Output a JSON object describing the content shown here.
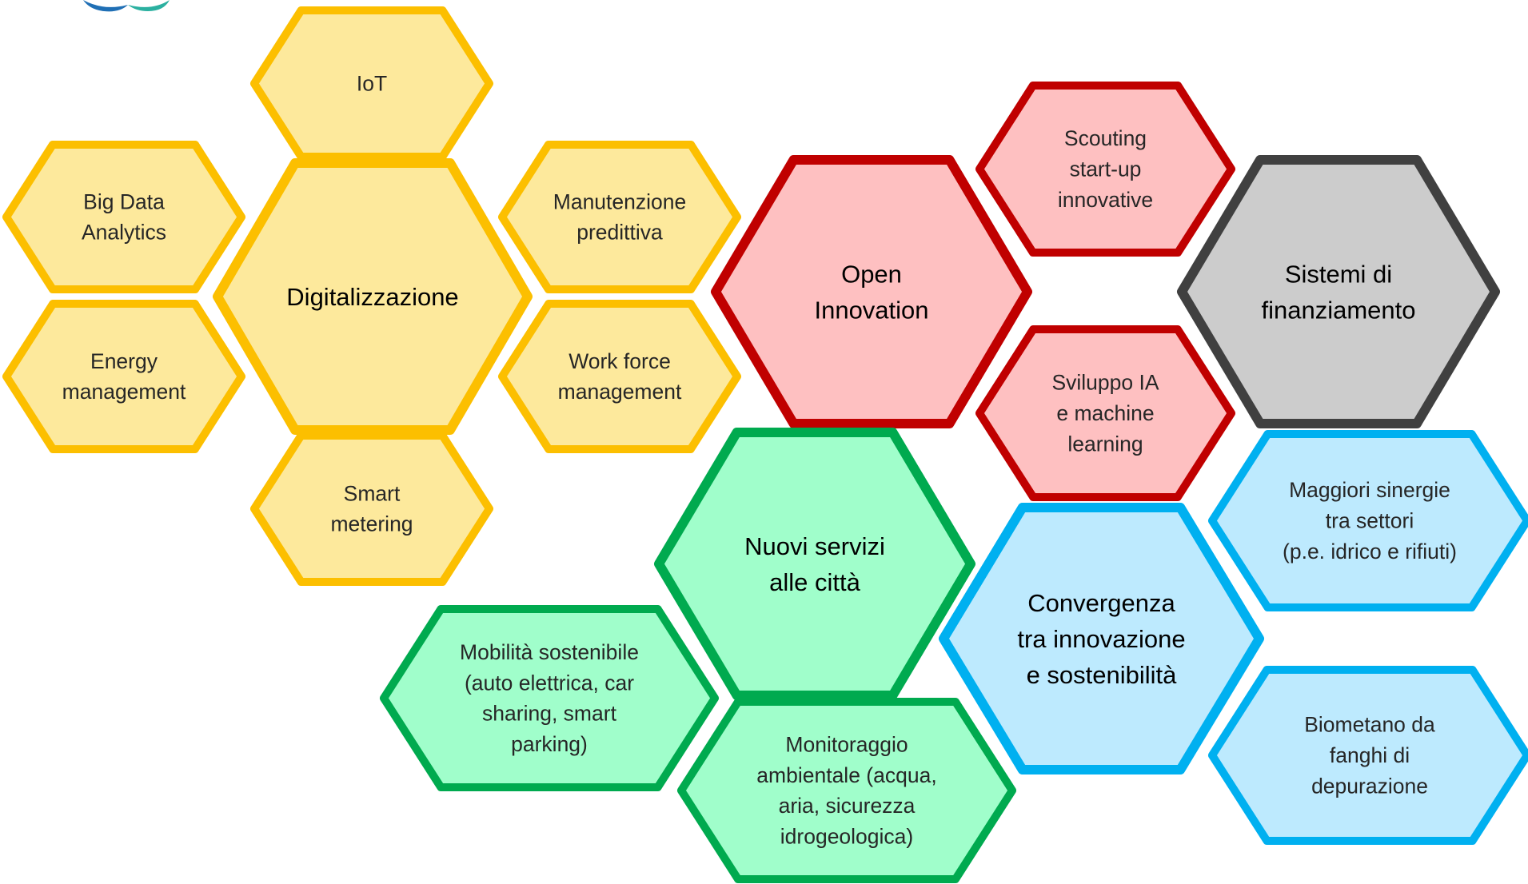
{
  "palette": {
    "yellow": {
      "fill": "#fde99c",
      "stroke": "#fcbf00"
    },
    "red": {
      "fill": "#fec0c1",
      "stroke": "#c00000"
    },
    "gray": {
      "fill": "#cccccc",
      "stroke": "#404040"
    },
    "green": {
      "fill": "#a0fecb",
      "stroke": "#00aa4f"
    },
    "blue": {
      "fill": "#bdeafe",
      "stroke": "#00b0f0"
    }
  },
  "logo": {
    "name": "company-logo-icon",
    "colors": [
      "#1f6fb5",
      "#2bb0a0"
    ]
  },
  "groups": [
    {
      "id": "digitalizzazione",
      "color": "yellow",
      "hexagons": [
        {
          "id": "digitalizzazione",
          "kind": "main",
          "lines": [
            "Digitalizzazione"
          ]
        },
        {
          "id": "iot",
          "kind": "sub",
          "lines": [
            "IoT"
          ]
        },
        {
          "id": "big-data-analytics",
          "kind": "sub",
          "lines": [
            "Big Data",
            "Analytics"
          ]
        },
        {
          "id": "energy-management",
          "kind": "sub",
          "lines": [
            "Energy",
            "management"
          ]
        },
        {
          "id": "manutenzione-predittiva",
          "kind": "sub",
          "lines": [
            "Manutenzione",
            "predittiva"
          ]
        },
        {
          "id": "work-force-management",
          "kind": "sub",
          "lines": [
            "Work force",
            "management"
          ]
        },
        {
          "id": "smart-metering",
          "kind": "sub",
          "lines": [
            "Smart",
            "metering"
          ]
        }
      ]
    },
    {
      "id": "open-innovation",
      "color": "red",
      "hexagons": [
        {
          "id": "open-innovation",
          "kind": "main",
          "lines": [
            "Open",
            "Innovation"
          ]
        },
        {
          "id": "scouting-start-up",
          "kind": "sub",
          "lines": [
            "Scouting",
            "start-up",
            "innovative"
          ]
        },
        {
          "id": "sviluppo-ia",
          "kind": "sub",
          "lines": [
            "Sviluppo IA",
            "e machine",
            "learning"
          ]
        }
      ]
    },
    {
      "id": "sistemi-di-finanziamento",
      "color": "gray",
      "hexagons": [
        {
          "id": "sistemi-di-finanziamento",
          "kind": "main",
          "lines": [
            "Sistemi di",
            "finanziamento"
          ]
        }
      ]
    },
    {
      "id": "nuovi-servizi",
      "color": "green",
      "hexagons": [
        {
          "id": "nuovi-servizi",
          "kind": "main",
          "lines": [
            "Nuovi servizi",
            "alle città"
          ]
        },
        {
          "id": "mobilita-sostenibile",
          "kind": "sub",
          "lines": [
            "Mobilità sostenibile",
            "(auto elettrica, car",
            "sharing, smart",
            "parking)"
          ]
        },
        {
          "id": "monitoraggio-ambientale",
          "kind": "sub",
          "lines": [
            "Monitoraggio",
            "ambientale (acqua,",
            "aria, sicurezza",
            "idrogeologica)"
          ]
        }
      ]
    },
    {
      "id": "convergenza",
      "color": "blue",
      "hexagons": [
        {
          "id": "convergenza",
          "kind": "main",
          "lines": [
            "Convergenza",
            "tra innovazione",
            "e sostenibilità"
          ]
        },
        {
          "id": "maggiori-sinergie",
          "kind": "sub",
          "lines": [
            "Maggiori sinergie",
            "tra settori",
            "(p.e. idrico e rifiuti)"
          ]
        },
        {
          "id": "biometano",
          "kind": "sub",
          "lines": [
            "Biometano da",
            "fanghi di",
            "depurazione"
          ]
        }
      ]
    }
  ]
}
